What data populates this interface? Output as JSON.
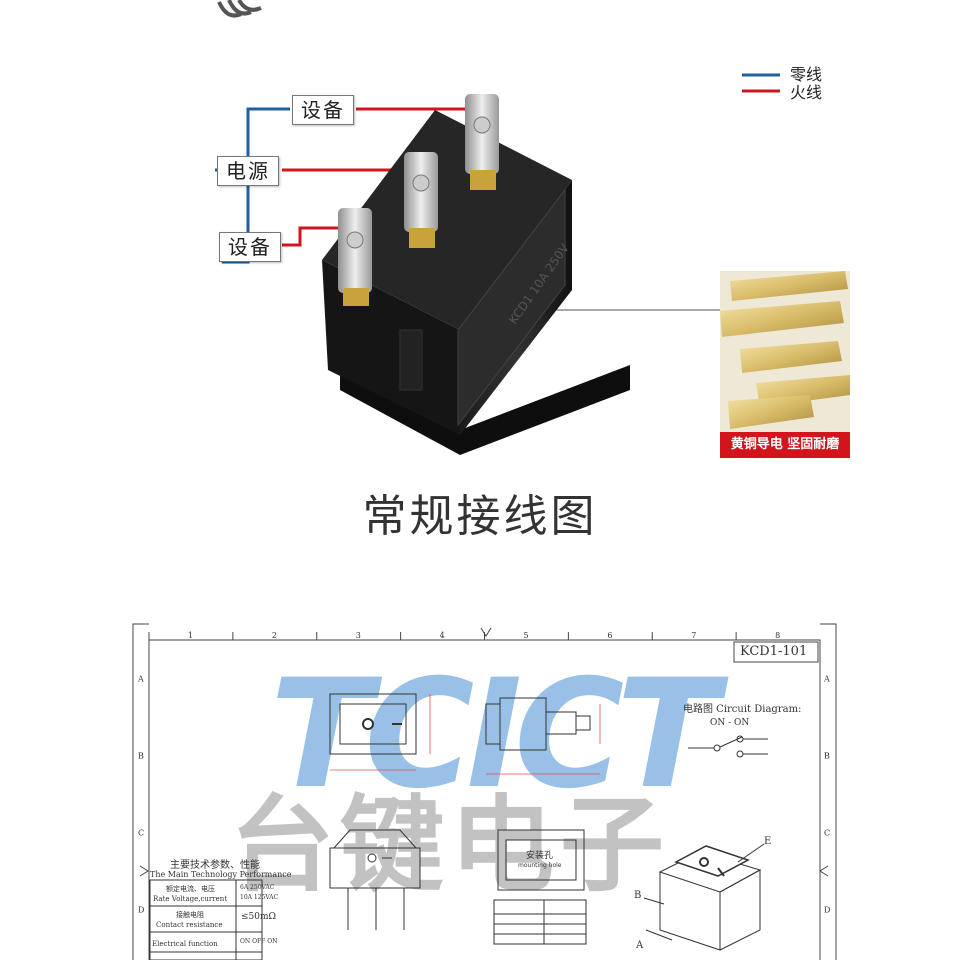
{
  "wiring": {
    "device_top": "设备",
    "power": "电源",
    "device_bottom": "设备"
  },
  "legend": {
    "neutral": "零线",
    "live": "火线",
    "neutral_color": "#1f5fa0",
    "live_color": "#d2151c"
  },
  "brass_banner": "黄铜导电 坚固耐磨",
  "caption": "常规接线图",
  "drawing": {
    "model": "KCD1-101",
    "circuit_title": "电路图 Circuit Diagram:",
    "circuit_mode": "ON - ON",
    "columns": [
      "1",
      "2",
      "3",
      "4",
      "5",
      "6",
      "7",
      "8"
    ],
    "rows": [
      "A",
      "B",
      "C",
      "D"
    ],
    "part_labels": [
      "E",
      "B",
      "A"
    ],
    "watermark_top": "TCICT",
    "watermark_bottom": "台键电子",
    "mount_hole_cn": "安装孔",
    "mount_hole_en": "mounting hole",
    "specs_title_cn": "主要技术参数、性能",
    "specs_title_en": "The Main Technology Performance",
    "specs": [
      {
        "cn": "额定电流、电压",
        "en": "Rate Voltage,current",
        "value_1": "6A 250VAC",
        "value_2": "10A 125VAC"
      },
      {
        "cn": "接触电阻",
        "en": "Contact resistance",
        "value_1": "≤50mΩ",
        "value_2": ""
      },
      {
        "cn": "",
        "en": "Electrical function",
        "value_1": "ON OFF ON",
        "value_2": ""
      }
    ]
  }
}
